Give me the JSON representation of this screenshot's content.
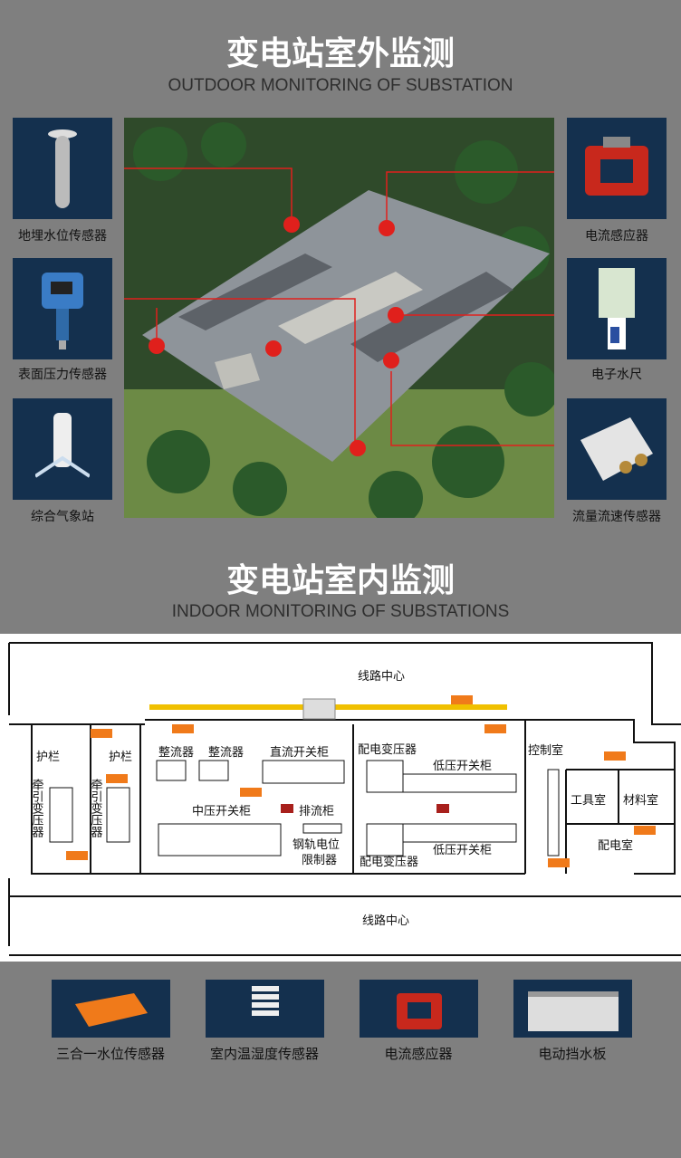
{
  "outdoor": {
    "title": "变电站室外监测",
    "subtitle": "OUTDOOR MONITORING OF SUBSTATION",
    "left_sensors": [
      {
        "label": "地埋水位传感器",
        "icon": "buried-water-level-sensor-icon"
      },
      {
        "label": "表面压力传感器",
        "icon": "pressure-sensor-icon"
      },
      {
        "label": "综合气象站",
        "icon": "weather-station-icon"
      }
    ],
    "right_sensors": [
      {
        "label": "电流感应器",
        "icon": "current-sensor-icon"
      },
      {
        "label": "电子水尺",
        "icon": "electronic-water-gauge-icon"
      },
      {
        "label": "流量流速传感器",
        "icon": "flow-velocity-sensor-icon"
      }
    ]
  },
  "indoor": {
    "title": "变电站室内监测",
    "subtitle": "INDOOR MONITORING OF SUBSTATIONS",
    "plan": {
      "line_center": "线路中心",
      "guard1": "护栏",
      "guard2": "护栏",
      "rectifier1": "整流器",
      "rectifier2": "整流器",
      "dc_cabinet": "直流开关柜",
      "mv_cabinet": "中压开关柜",
      "drain_cabinet": "排流柜",
      "rail_limiter1": "钢轨电位",
      "rail_limiter2": "限制器",
      "traction_tf": "牵引变压器",
      "dist_tf_top": "配电变压器",
      "dist_tf_bottom": "配电变压器",
      "lv_cabinet_top": "低压开关柜",
      "lv_cabinet_bottom": "低压开关柜",
      "control_room": "控制室",
      "tool_room": "工具室",
      "material_room": "材料室",
      "power_room": "配电室"
    },
    "products": [
      {
        "label": "三合一水位传感器"
      },
      {
        "label": "室内温湿度传感器"
      },
      {
        "label": "电流感应器"
      },
      {
        "label": "电动挡水板"
      }
    ]
  },
  "colors": {
    "accent": "#e0201c",
    "panel": "#14304e",
    "sensor": "#f07a1a"
  }
}
